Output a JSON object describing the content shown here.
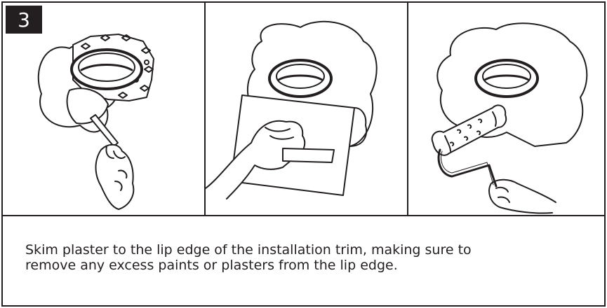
{
  "step": {
    "number": "3"
  },
  "panels": [
    {
      "name": "apply-plaster"
    },
    {
      "name": "scrape-plaster"
    },
    {
      "name": "roll-paint"
    }
  ],
  "caption": {
    "line1": "Skim plaster to the lip edge of the installation trim, making sure to",
    "line2": "remove any excess paints or plasters from the lip edge."
  }
}
